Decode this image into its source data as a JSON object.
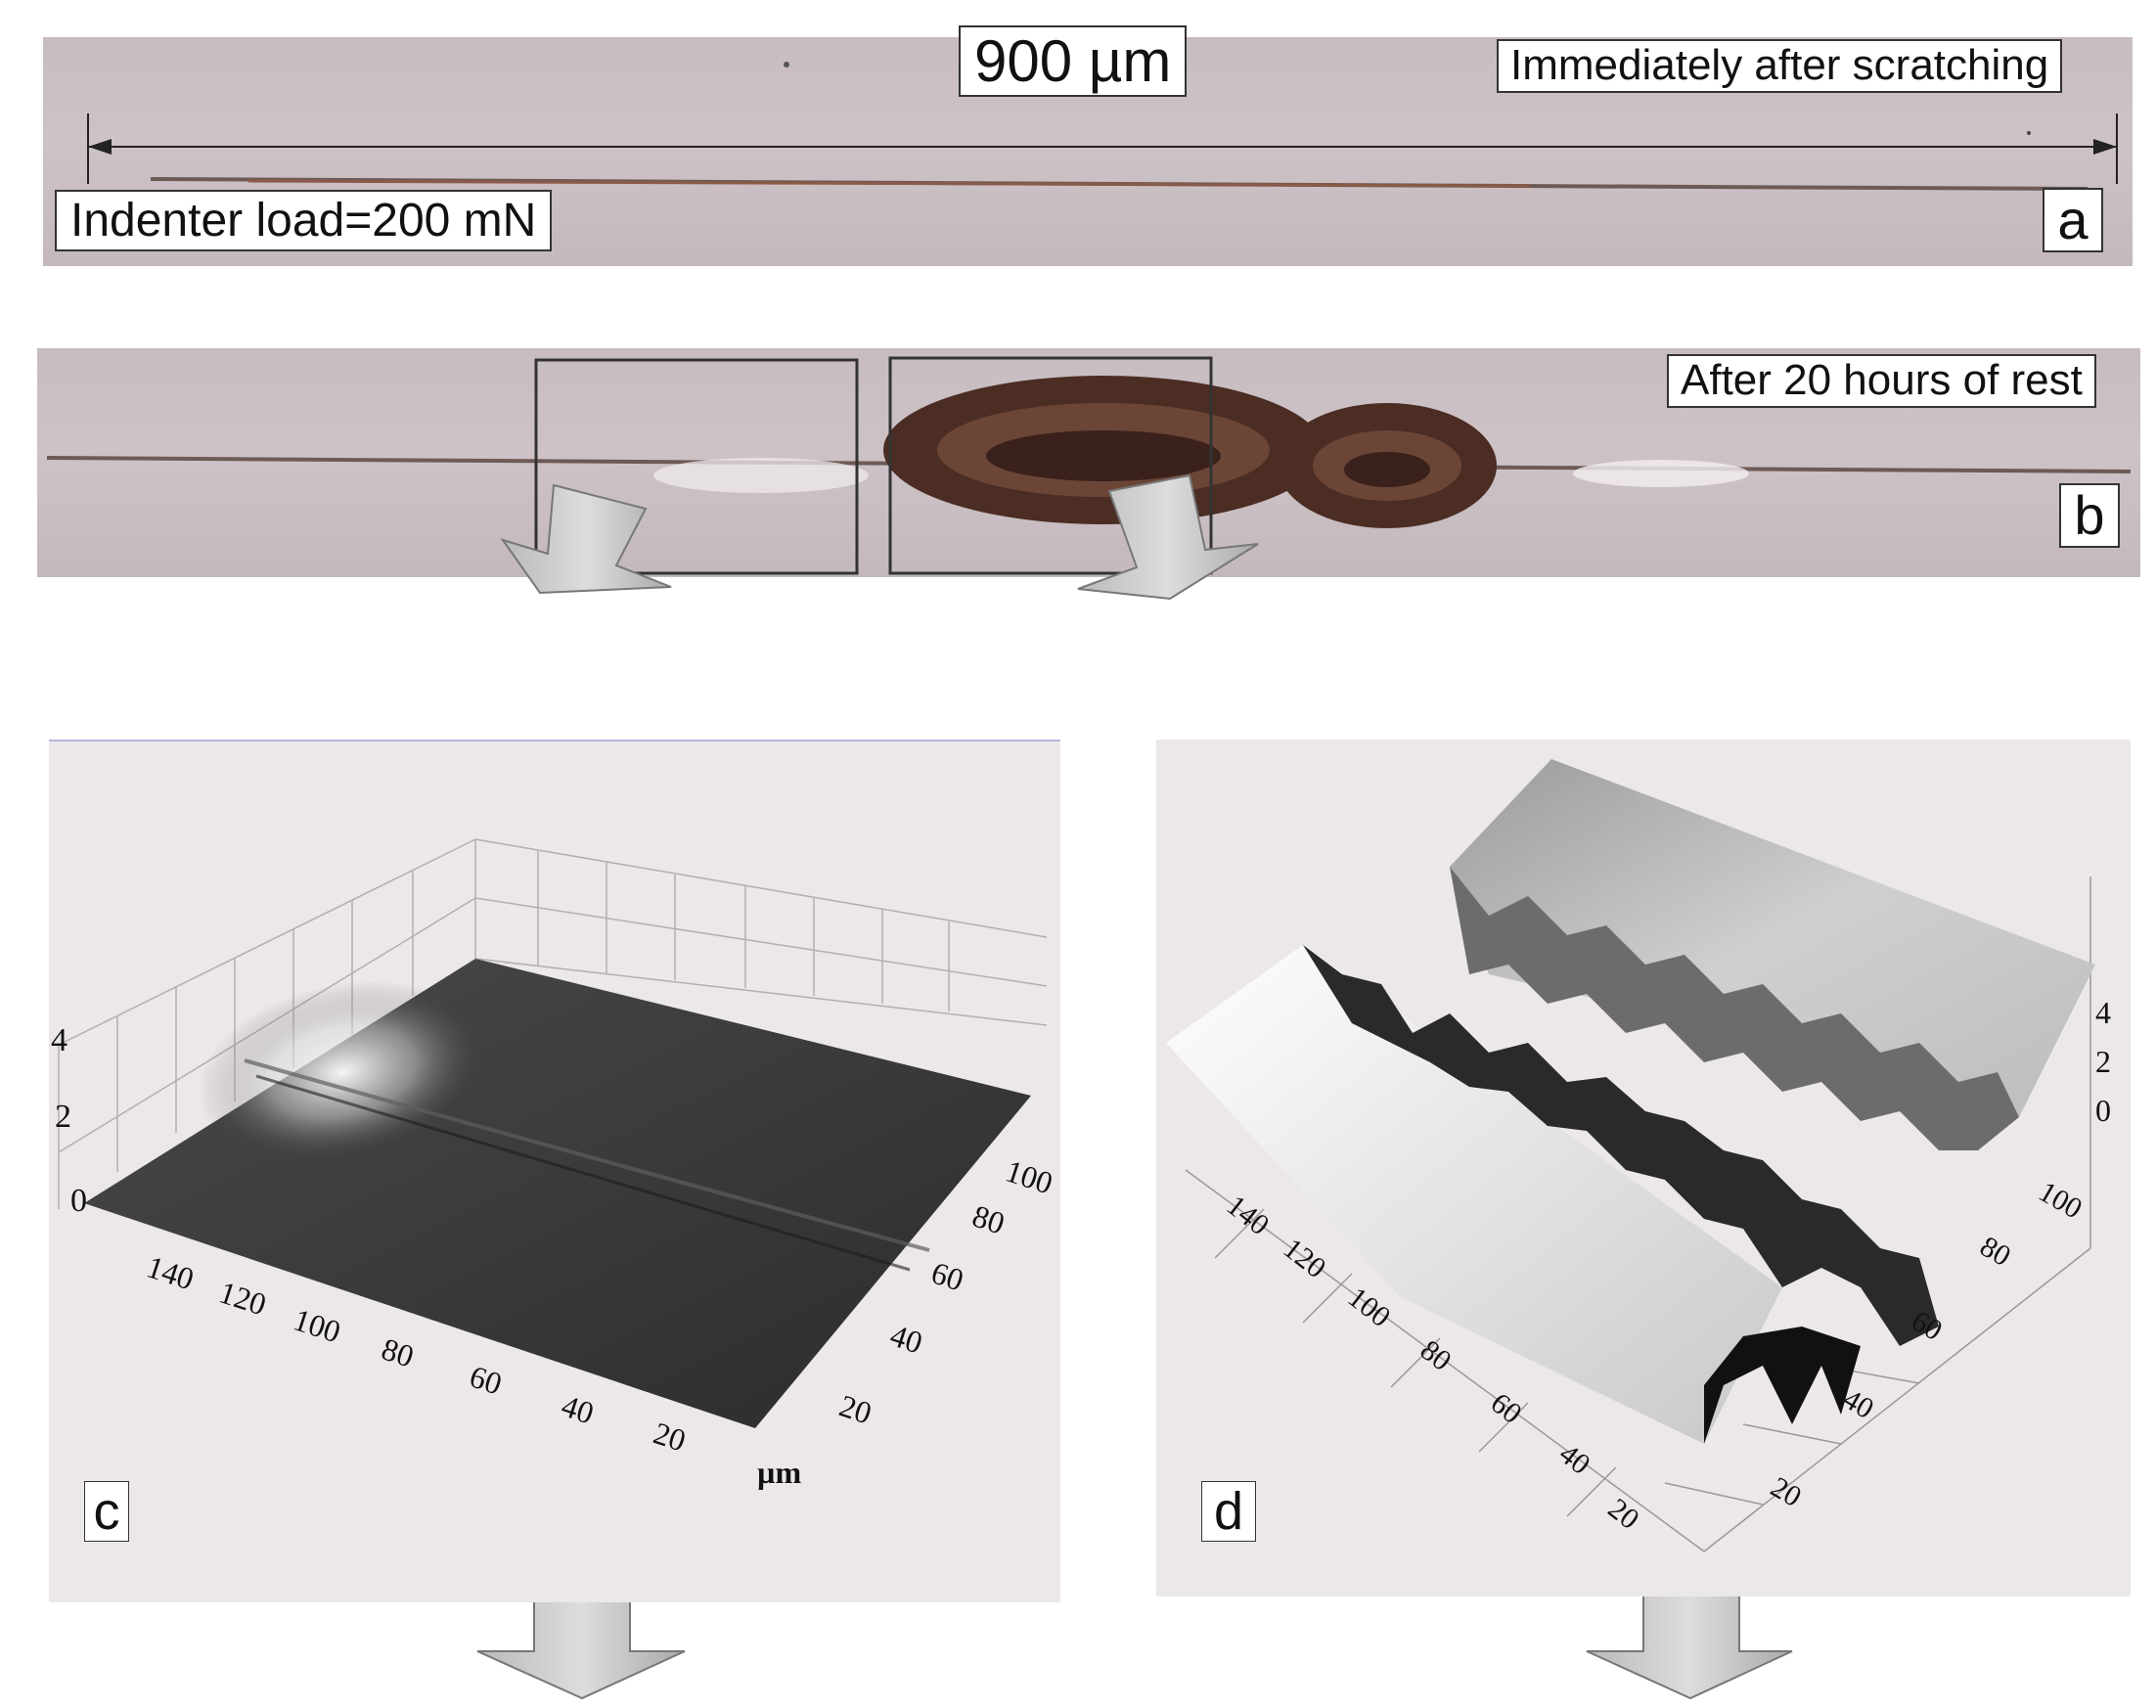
{
  "panel_a": {
    "scale_label": "900 µm",
    "status_label": "Immediately after scratching",
    "load_label": "Indenter load=200 mN",
    "tag": "a"
  },
  "panel_b": {
    "status_label": "After 20 hours of rest",
    "tag": "b"
  },
  "panel_c": {
    "tag": "c",
    "z_ticks": [
      "4",
      "2",
      "0"
    ],
    "x_ticks": [
      "140",
      "120",
      "100",
      "80",
      "60",
      "40",
      "20"
    ],
    "y_ticks": [
      "100",
      "80",
      "60",
      "40",
      "20"
    ],
    "unit": "µm"
  },
  "panel_d": {
    "tag": "d",
    "z_ticks": [
      "4",
      "2",
      "0"
    ],
    "x_ticks": [
      "140",
      "120",
      "100",
      "80",
      "60",
      "40",
      "20"
    ],
    "y_ticks": [
      "100",
      "80",
      "60",
      "40",
      "20"
    ]
  },
  "colors": {
    "strip": "#c9bfc2",
    "panel_bg": "#ece7ea",
    "arrow_fill": "#c4c4c4"
  }
}
